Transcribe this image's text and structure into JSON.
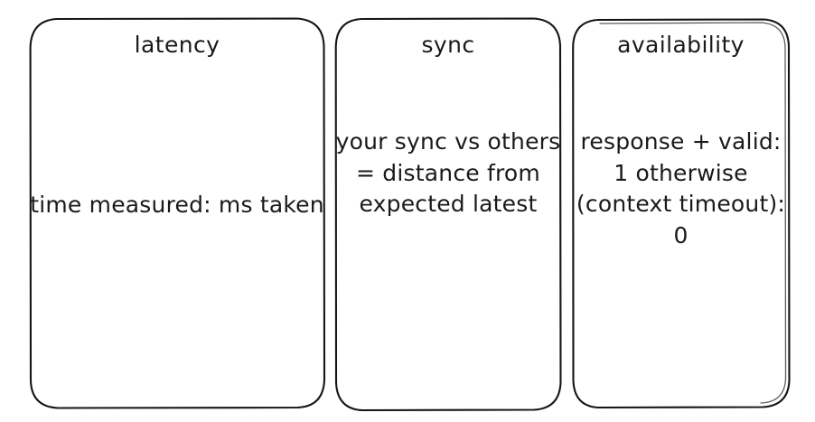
{
  "page": {
    "background_color": "#ffffff",
    "ink_color": "#151515",
    "style": "hand-drawn whiteboard sketch"
  },
  "cards": [
    {
      "id": "latency",
      "title": "latency",
      "body": "time measured: ms taken"
    },
    {
      "id": "sync",
      "title": "sync",
      "body": "your sync vs others = distance from expected latest"
    },
    {
      "id": "availability",
      "title": "availability",
      "body": "response + valid: 1 otherwise (context timeout): 0"
    }
  ]
}
